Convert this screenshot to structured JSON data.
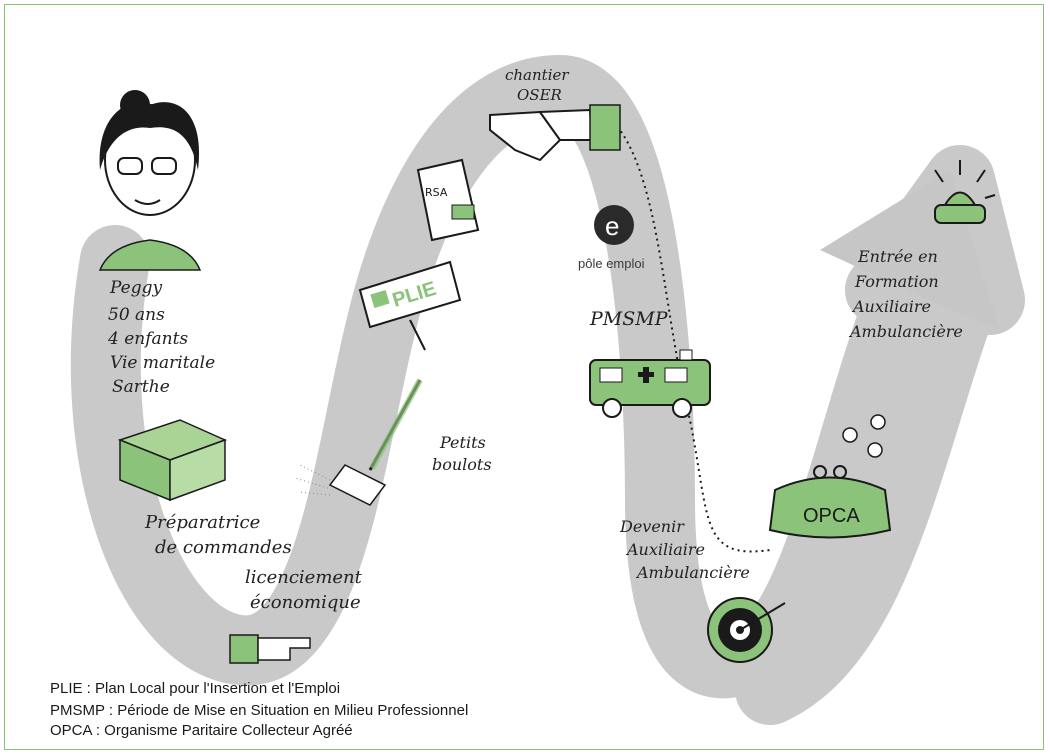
{
  "colors": {
    "path": "#c6c6c6",
    "green": "#8cc37a",
    "ink": "#1a1a1a",
    "frame": "#8cc37a"
  },
  "person": {
    "name": "Peggy",
    "details": [
      "50 ans",
      "4 enfants",
      "Vie maritale",
      "Sarthe"
    ]
  },
  "steps": {
    "job1": [
      "Préparatrice",
      "de commandes"
    ],
    "layoff": [
      "licenciement",
      "économique"
    ],
    "petty_jobs": [
      "Petits",
      "boulots"
    ],
    "plie_sign": "PLIE",
    "rsa": "RSA",
    "chantier": [
      "chantier",
      "OSER"
    ],
    "pole_emploi": "pôle emploi",
    "pole_emploi_logo": "e",
    "pmsmp": "PMSMP",
    "goal": [
      "Devenir",
      "Auxiliaire",
      "Ambulancière"
    ],
    "opca": "OPCA",
    "training": [
      "Entrée en",
      "Formation",
      "Auxiliaire",
      "Ambulancière"
    ]
  },
  "legend": [
    "PLIE : Plan Local pour l'Insertion et l'Emploi",
    "PMSMP : Période de Mise en Situation en Milieu Professionnel",
    "OPCA : Organisme Paritaire Collecteur Agréé"
  ],
  "icons": [
    "person-icon",
    "box-icon",
    "pointing-hand-icon",
    "broom-icon",
    "plie-sign-icon",
    "wallet-icon",
    "handshake-icon",
    "pole-emploi-logo",
    "ambulance-icon",
    "target-icon",
    "purse-icon",
    "coin-icon",
    "siren-icon"
  ]
}
